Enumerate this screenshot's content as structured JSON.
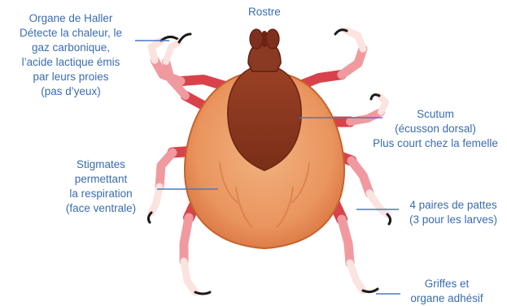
{
  "colors": {
    "label_text": "#3a6cb0",
    "leader_line": "#4a78bf",
    "body_outer": "#e78a56",
    "body_inner": "#f2b37f",
    "scutum": "#8e3a22",
    "capitulum": "#7e2f1d",
    "leg_proximal": "#d9424a",
    "leg_mid": "#f09aa0",
    "leg_distal": "#fbe3df",
    "claw": "#1a1a1a"
  },
  "labels": {
    "rostre": {
      "lines": [
        "Rostre"
      ]
    },
    "haller": {
      "lines": [
        "Organe de Haller",
        "Détecte la chaleur, le",
        "gaz carbonique,",
        "l’acide lactique émis",
        "par leurs proies",
        "(pas d’yeux)"
      ]
    },
    "scutum": {
      "lines": [
        "Scutum",
        "(écusson dorsal)",
        "Plus court chez la femelle"
      ]
    },
    "stigmates": {
      "lines": [
        "Stigmates",
        "permettant",
        "la respiration",
        "(face ventrale)"
      ]
    },
    "pattes": {
      "lines": [
        "4 paires de pattes",
        "(3 pour les larves)"
      ]
    },
    "griffes": {
      "lines": [
        "Griffes et",
        "organe adhésif"
      ]
    }
  }
}
